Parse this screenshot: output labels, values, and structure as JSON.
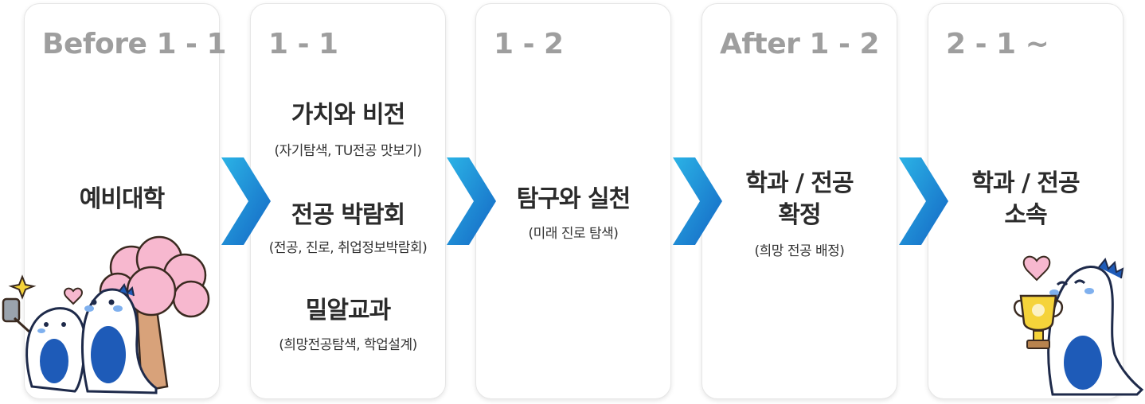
{
  "stages": [
    {
      "step": "Before 1 - 1",
      "items": [
        {
          "title": "예비대학"
        }
      ]
    },
    {
      "step": "1 - 1",
      "items": [
        {
          "title": "가치와 비전",
          "sub": "(자기탐색, TU전공 맛보기)"
        },
        {
          "title": "전공 박람회",
          "sub": "(전공, 진로, 취업정보박람회)"
        },
        {
          "title": "밀알교과",
          "sub": "(희망전공탐색, 학업설계)"
        }
      ]
    },
    {
      "step": "1 - 2",
      "items": [
        {
          "title": "탐구와 실천",
          "sub": "(미래 진로 탐색)"
        }
      ]
    },
    {
      "step": "After 1 - 2",
      "items": [
        {
          "title_line1": "학과 / 전공",
          "title_line2": "확정",
          "sub": "(희망 전공 배정)"
        }
      ]
    },
    {
      "step": "2 - 1 ~",
      "items": [
        {
          "title_line1": "학과 / 전공",
          "title_line2": "소속"
        }
      ]
    }
  ],
  "colors": {
    "step_label": "#9e9e9e",
    "title": "#2b2b2b",
    "arrow_light": "#2bb3e6",
    "arrow_dark": "#1466c4",
    "mascot_body": "#ffffff",
    "mascot_accent": "#1e5bb8",
    "blossom": "#f7b8cf",
    "trunk": "#d8a27a",
    "trophy": "#f5d33a"
  },
  "icons": [
    "chevron-right-arrow-icon",
    "mascot-selfie-icon",
    "cherry-blossom-tree-icon",
    "mascot-trophy-icon",
    "heart-icon",
    "sparkle-icon"
  ]
}
